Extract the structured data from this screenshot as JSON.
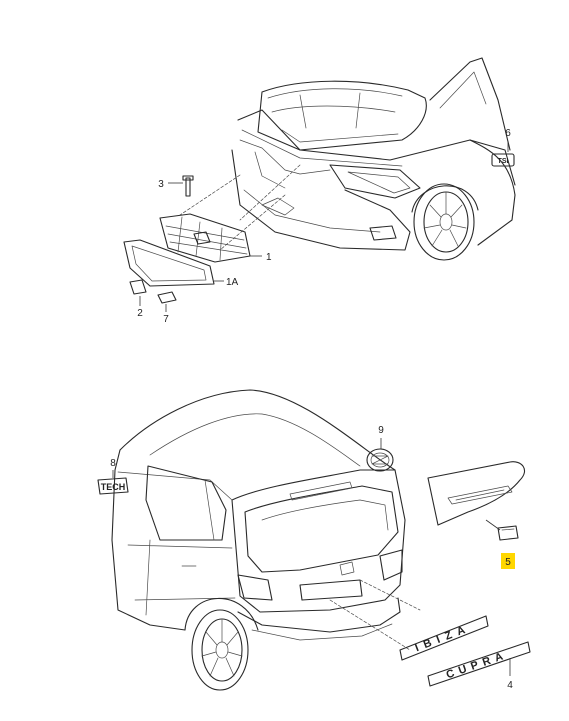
{
  "callouts": {
    "c1": "1",
    "c1a": "1A",
    "c2": "2",
    "c3": "3",
    "c4": "4",
    "c5": "5",
    "c6": "6",
    "c7": "7",
    "c8": "8",
    "c9": "9"
  },
  "badges": {
    "tech": "TECH",
    "tsi": "TSI",
    "model": "IBIZA",
    "variant": "CUPRA"
  },
  "colors": {
    "highlight": "#ffd700",
    "line": "#2a2a2a"
  }
}
